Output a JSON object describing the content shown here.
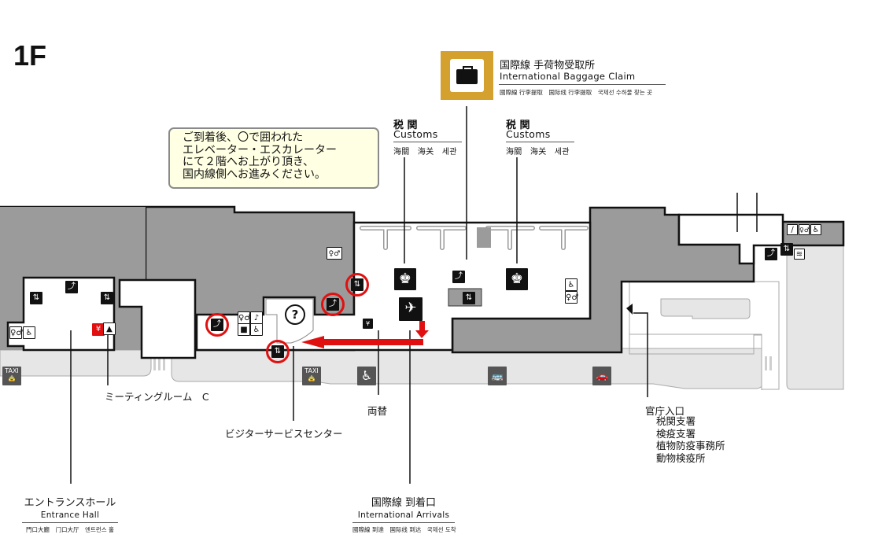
{
  "floor_label": "1F",
  "baggage_claim": {
    "icon": "suitcase-icon",
    "ja": "国際線 手荷物受取所",
    "en": "International Baggage Claim",
    "multi": "國際線 行李提取　国际线 行李提取　국제선 수하물 찾는 곳",
    "accent_color": "#d4a12f"
  },
  "customs": [
    {
      "ja": "税 関",
      "en": "Customs",
      "multi": "海關　海关　세관"
    },
    {
      "ja": "税 関",
      "en": "Customs",
      "multi": "海關　海关　세관"
    }
  ],
  "notice": "ご到着後、〇で囲われた\nエレベーター・エスカレーター\nにて２階へお上がり頂き、\n国内線側へお進みください。",
  "labels": {
    "meeting_room": "ミーティングルーム　C",
    "exchange": "両替",
    "visitor_center": "ビジターサービスセンター",
    "gov_entrance": "官庁入口",
    "gov_offices": [
      "税関支署",
      "検疫支署",
      "植物防疫事務所",
      "動物検疫所"
    ]
  },
  "entrance_hall": {
    "ja": "エントランスホール",
    "en": "Entrance Hall",
    "multi": "門口大廳　门口大厅　엔트런스 홀"
  },
  "arrivals": {
    "ja": "国際線 到着口",
    "en": "International Arrivals",
    "multi": "國際線 到達　国际线 到达　국제선 도착"
  },
  "taxi_label": "TAXI",
  "info_glyph": "?",
  "highlight_color": "#e01010",
  "icons": [
    "elevator-icon",
    "escalator-icon",
    "toilet-icon",
    "accessible-toilet-icon",
    "taxi-icon",
    "wheelchair-icon",
    "bus-icon",
    "parking-icon",
    "information-icon",
    "customs-officer-icon",
    "arrival-plane-icon",
    "nursing-room-icon",
    "smoking-area-icon",
    "locker-icon",
    "currency-exchange-icon"
  ]
}
